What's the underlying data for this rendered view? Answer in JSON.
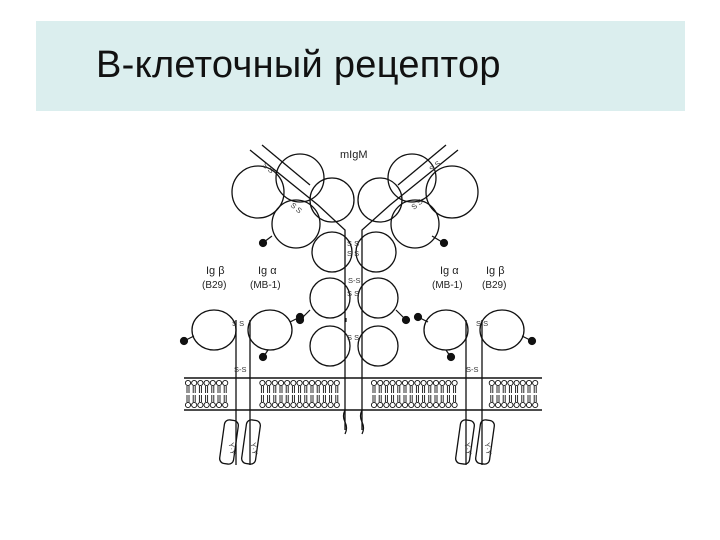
{
  "slide": {
    "title": "B-клеточный рецептор"
  },
  "diagram": {
    "mIgM_label": "mIgM",
    "left_beta": {
      "name": "Ig β",
      "gene": "(B29)"
    },
    "left_alpha": {
      "name": "Ig α",
      "gene": "(MB-1)"
    },
    "right_alpha": {
      "name": "Ig α",
      "gene": "(MB-1)"
    },
    "right_beta": {
      "name": "Ig β",
      "gene": "(B29)"
    },
    "ss": "S S",
    "ss_bridge": "S-S",
    "itam": "Y·Y",
    "colors": {
      "ink": "#111111",
      "band": "#dbeeee"
    }
  }
}
